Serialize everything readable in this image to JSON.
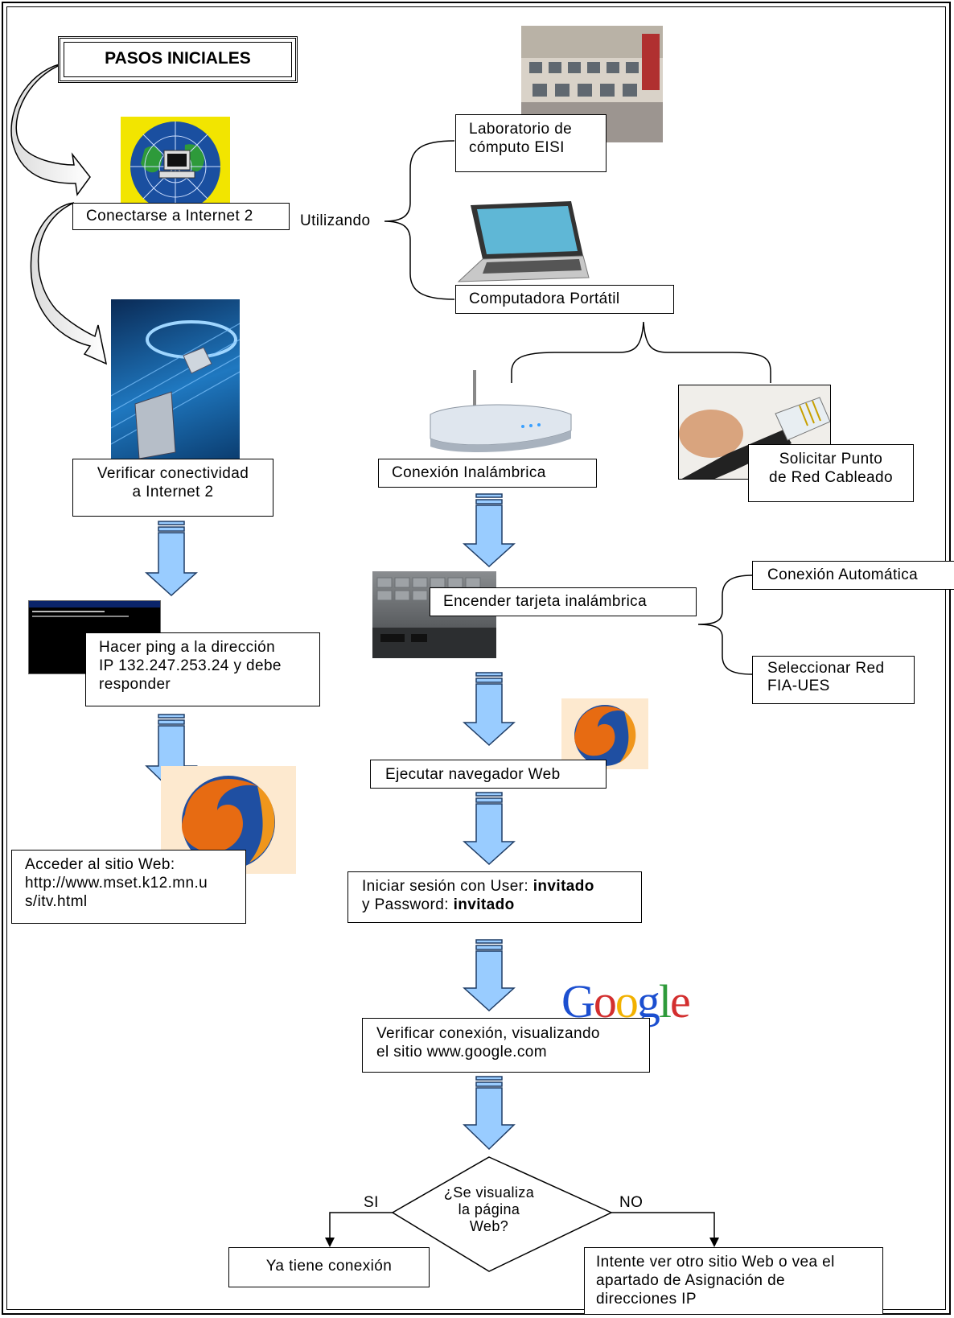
{
  "title": "PASOS INICIALES",
  "steps": {
    "connect": "Conectarse a Internet 2",
    "verify": [
      "Verificar conectividad",
      "a Internet 2"
    ],
    "ping": [
      "Hacer ping a la dirección",
      "IP 132.247.253.24 y debe",
      "responder"
    ],
    "access": [
      "Acceder al sitio Web:",
      "http://www.mset.k12.mn.u",
      "s/itv.html"
    ]
  },
  "utilizando": "Utilizando",
  "options": {
    "lab": [
      "Laboratorio de",
      "cómputo EISI"
    ],
    "laptop": "Computadora Portátil"
  },
  "connection": {
    "wireless": "Conexión Inalámbrica",
    "wired": [
      "Solicitar Punto",
      "de Red Cableado"
    ]
  },
  "wireless_steps": {
    "card": "Encender tarjeta inalámbrica",
    "auto": "Conexión Automática",
    "select": [
      "Seleccionar Red",
      "FIA-UES"
    ],
    "browser": "Ejecutar navegador Web",
    "login": {
      "line1_prefix": "Iniciar sesión con User: ",
      "line1_bold": "invitado",
      "line2_prefix": "y Password: ",
      "line2_bold": "invitado"
    },
    "check": [
      "Verificar conexión, visualizando",
      "el sitio www.google.com"
    ]
  },
  "google_logo": "Google",
  "decision": {
    "question": [
      "¿Se visualiza",
      "la página",
      "Web?"
    ],
    "yes_label": "SI",
    "no_label": "NO",
    "yes_result": "Ya tiene conexión",
    "no_result": [
      "Intente ver otro sitio Web o vea el",
      "apartado de Asignación de",
      "direcciones IP"
    ]
  },
  "colors": {
    "arrow_fill": "#99ccff",
    "arrow_stroke": "#1f3d66"
  }
}
